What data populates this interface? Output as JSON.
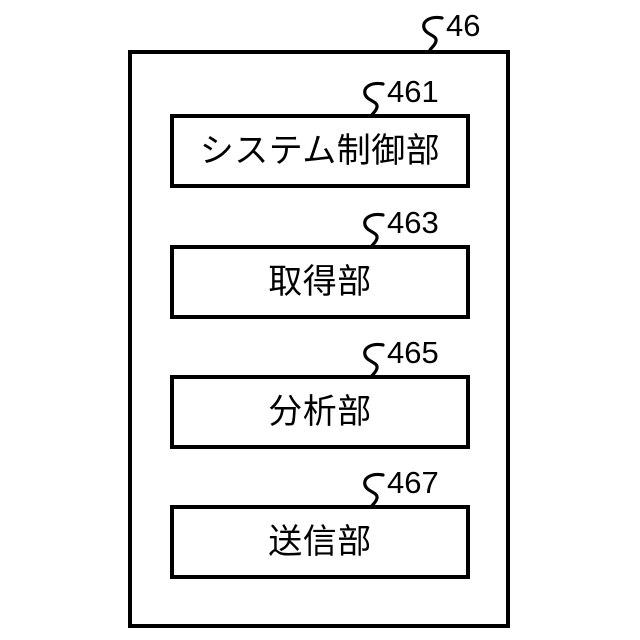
{
  "figure": {
    "type": "patent-block-diagram",
    "outer_block": {
      "reference_numeral": "46",
      "label": ""
    },
    "blocks": [
      {
        "reference_numeral": "461",
        "label": "システム制御部"
      },
      {
        "reference_numeral": "463",
        "label": "取得部"
      },
      {
        "reference_numeral": "465",
        "label": "分析部"
      },
      {
        "reference_numeral": "467",
        "label": "送信部"
      }
    ],
    "colors": {
      "stroke": "#000000",
      "fill": "#ffffff"
    }
  }
}
